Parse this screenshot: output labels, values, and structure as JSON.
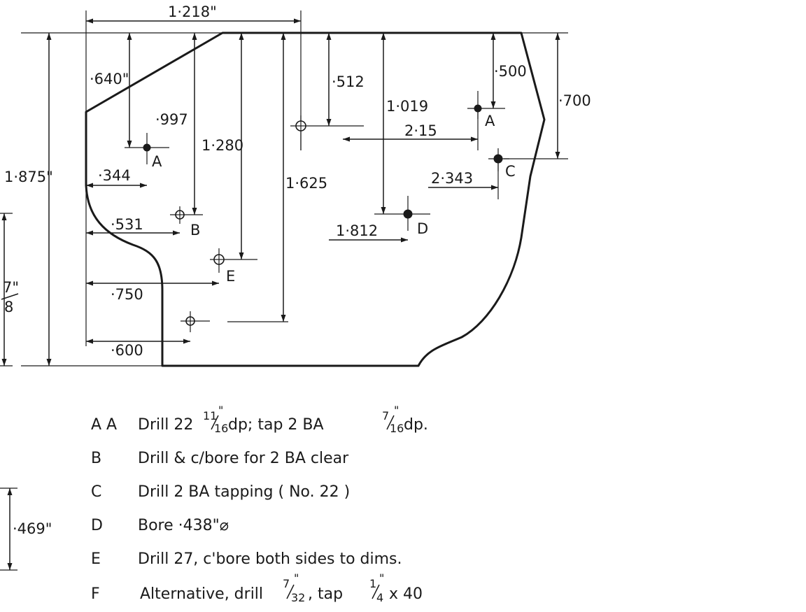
{
  "dimensions": {
    "top_width": "1·218\"",
    "chamfer": "·640\"",
    "a_left_depth": "·997",
    "a_left_offset": "·344",
    "b_depth": "1·280",
    "b_offset": "·531",
    "e_offset": "·750",
    "f_offset": "·600",
    "e_depth": "1·625",
    "mid_hole_depth": "·512",
    "d_depth": "1·019",
    "d_offset": "1·812",
    "a_right_offset": "2·15",
    "a_right_depth": "·500",
    "c_depth": "·700",
    "c_offset": "2·343",
    "overall_height": "1·875\"",
    "left_seven_eighths_num": "7\"",
    "left_seven_eighths_den": "8",
    "side_469": "·469\""
  },
  "hole_labels": {
    "a_left": "A",
    "b": "B",
    "e": "E",
    "d": "D",
    "a_right": "A",
    "c": "C"
  },
  "notes": [
    {
      "key": "A A",
      "text": "Drill 22",
      "frac1_num": "11",
      "frac1_den": "16",
      "frac1_mark": "\"",
      "mid": "dp;   tap 2 BA",
      "frac2_num": "7",
      "frac2_den": "16",
      "frac2_mark": "\"",
      "tail": "dp."
    },
    {
      "key": "B",
      "text": "Drill  &  c/bore  for  2 BA  clear"
    },
    {
      "key": "C",
      "text": "Drill  2 BA  tapping  ( No. 22 )"
    },
    {
      "key": "D",
      "text": "Bore  ·438\"⌀"
    },
    {
      "key": "E",
      "text": "Drill  27,  c'bore  both  sides  to  dims."
    },
    {
      "key": "F",
      "text": "Alternative,  drill",
      "frac1_num": "7",
      "frac1_den": "32",
      "frac1_mark": "\"",
      "mid": ",  tap",
      "frac2_num": "1",
      "frac2_den": "4",
      "frac2_mark": "\"",
      "tail": "x 40"
    }
  ]
}
